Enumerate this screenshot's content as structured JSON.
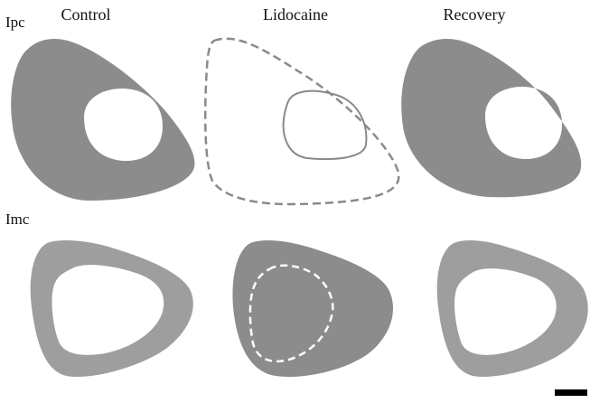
{
  "columns": [
    "Control",
    "Lidocaine",
    "Recovery"
  ],
  "rows": [
    "Ipc",
    "Imc"
  ],
  "colors": {
    "fill_dark": "#8c8c8c",
    "fill_light": "#9e9e9e",
    "outline": "#8a8a8a",
    "inner_dash_light": "#ffffff",
    "scale_bar": "#000000",
    "background": "#ffffff"
  }
}
